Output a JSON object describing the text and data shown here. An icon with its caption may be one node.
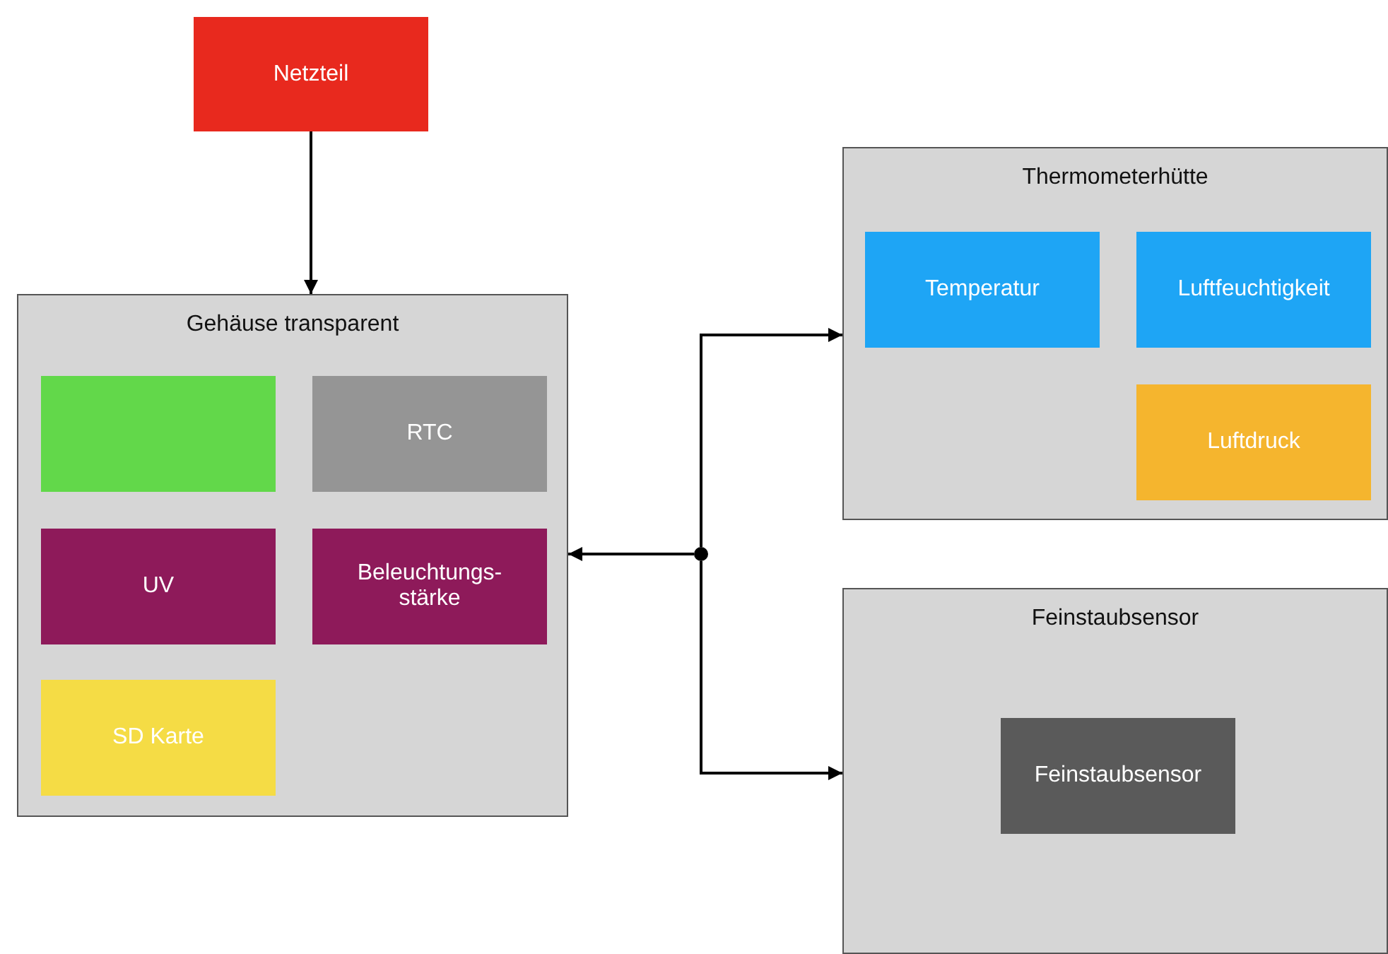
{
  "diagram": {
    "nodes": [
      {
        "text": [
          "Netzteil"
        ]
      },
      {
        "text": [
          "Gehäuse transparent"
        ]
      },
      {
        "text": [],
        "shape": "box",
        "in": 1
      },
      {
        "text": [
          "RTC"
        ],
        "in": 1
      },
      {
        "text": [
          "UV"
        ],
        "in": 1
      },
      {
        "text": [
          "Beleuchtungs- stärke"
        ],
        "in": 1
      },
      {
        "text": [
          "SD Karte"
        ],
        "in": 1
      },
      {
        "text": [
          "Thermometerhütte"
        ]
      },
      {
        "text": [
          "Temperatur"
        ],
        "in": 7
      },
      {
        "text": [
          "Luftfeuchtigkeit"
        ],
        "in": 7
      },
      {
        "text": [
          "Luftdruck"
        ],
        "in": 7
      },
      {
        "text": [
          "Feinstaubsensor"
        ]
      },
      {
        "text": [
          "Feinstaubsensor"
        ],
        "in": 11
      },
      {
        "text": [],
        "shape": "circle"
      }
    ],
    "edges": [
      {
        "from": 0,
        "to": 1,
        "arrow": "to"
      },
      {
        "from": 13,
        "to": 1,
        "arrow": "to"
      },
      {
        "from": 13,
        "to": 7,
        "arrow": "to"
      },
      {
        "from": 13,
        "to": 11,
        "arrow": "to"
      }
    ]
  }
}
